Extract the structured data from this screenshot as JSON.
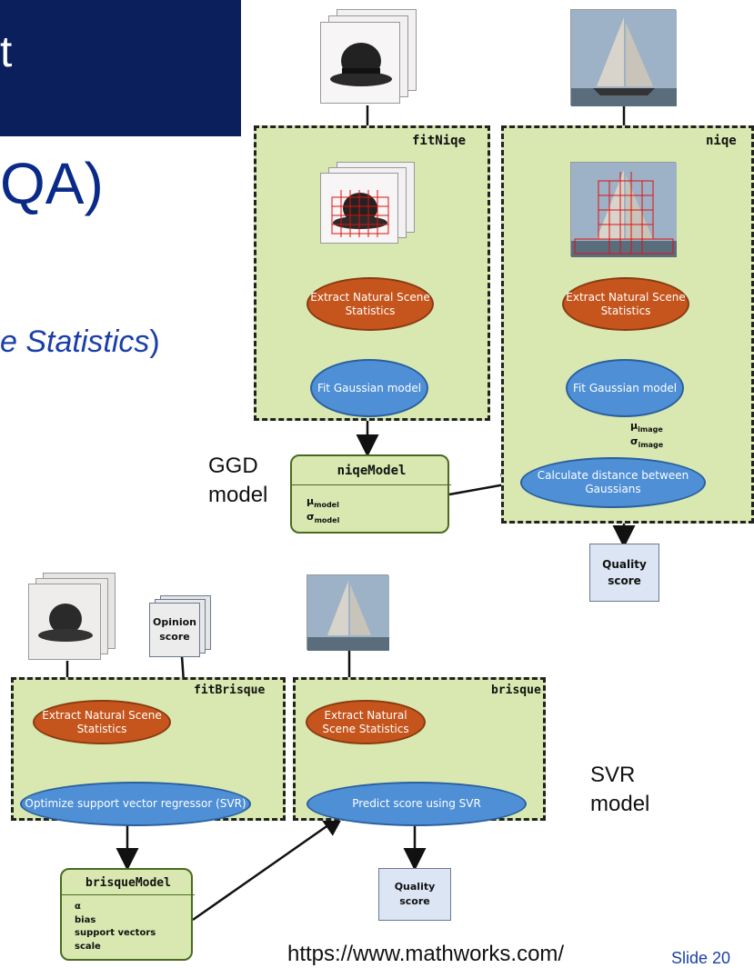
{
  "slide": {
    "title_fragment": "t",
    "subtitle_fragment": "QA)",
    "stats_fragment": "e Statistics",
    "stats_close": ")",
    "url": "https://www.mathworks.com/",
    "slide_number": "Slide 20"
  },
  "niqe_diagram": {
    "train_box_label": "fitNiqe",
    "test_box_label": "niqe",
    "extract_left": "Extract Natural Scene Statistics",
    "extract_right": "Extract Natural Scene Statistics",
    "fit_left": "Fit Gaussian model",
    "fit_right": "Fit Gaussian model",
    "mu_image": "μ",
    "mu_image_sub": "image",
    "sigma_image": "σ",
    "sigma_image_sub": "image",
    "model_title": "niqeModel",
    "mu_model": "μ",
    "mu_model_sub": "model",
    "sigma_model": "σ",
    "sigma_model_sub": "model",
    "distance": "Calculate distance between Gaussians",
    "quality_line1": "Quality",
    "quality_line2": "score",
    "side_label_line1": "GGD",
    "side_label_line2": "model"
  },
  "brisque_diagram": {
    "train_box_label": "fitBrisque",
    "test_box_label": "brisque",
    "opinion_line1": "Opinion",
    "opinion_line2": "score",
    "extract_left": "Extract Natural Scene Statistics",
    "extract_right": "Extract Natural Scene Statistics",
    "optimize": "Optimize support vector regressor (SVR)",
    "predict": "Predict score using SVR",
    "model_title": "brisqueModel",
    "model_items": [
      "α",
      "bias",
      "support vectors",
      "scale"
    ],
    "quality_line1": "Quality",
    "quality_line2": "score",
    "side_label_line1": "SVR",
    "side_label_line2": "model"
  },
  "colors": {
    "title_bar": "#0a1f5c",
    "box_fill": "#d8e8b0",
    "extract_fill": "#c5551c",
    "fit_fill": "#4e8fd6",
    "score_fill": "#dbe5f3"
  }
}
